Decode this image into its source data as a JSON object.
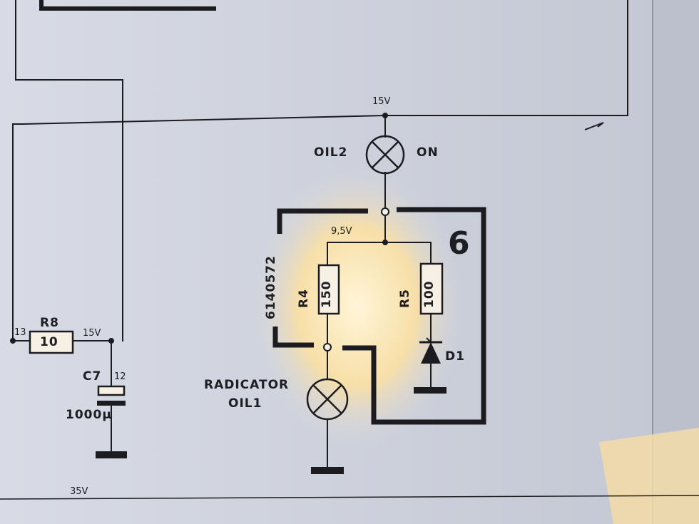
{
  "diagram": {
    "module_number": "6",
    "part_number": "6140572",
    "supply_top": "15V",
    "node_voltage": "9,5V",
    "supply_bottom": "35V",
    "lamp_top": {
      "name": "OIL2",
      "state": "ON"
    },
    "lamp_bottom": {
      "line1": "RADICATOR",
      "line2": "OIL1"
    },
    "components": [
      {
        "ref": "R4",
        "value": "150"
      },
      {
        "ref": "R5",
        "value": "100"
      },
      {
        "ref": "R8",
        "value": "10"
      },
      {
        "ref": "C7",
        "value": "1000µ"
      },
      {
        "ref": "D1"
      }
    ],
    "pins": {
      "r8_left": "13",
      "c7": "12"
    },
    "r8_node_voltage": "15V"
  },
  "colors": {
    "paper": "#d6d9e3",
    "ink": "#1b1b20",
    "highlight": "#fbe7b0"
  }
}
